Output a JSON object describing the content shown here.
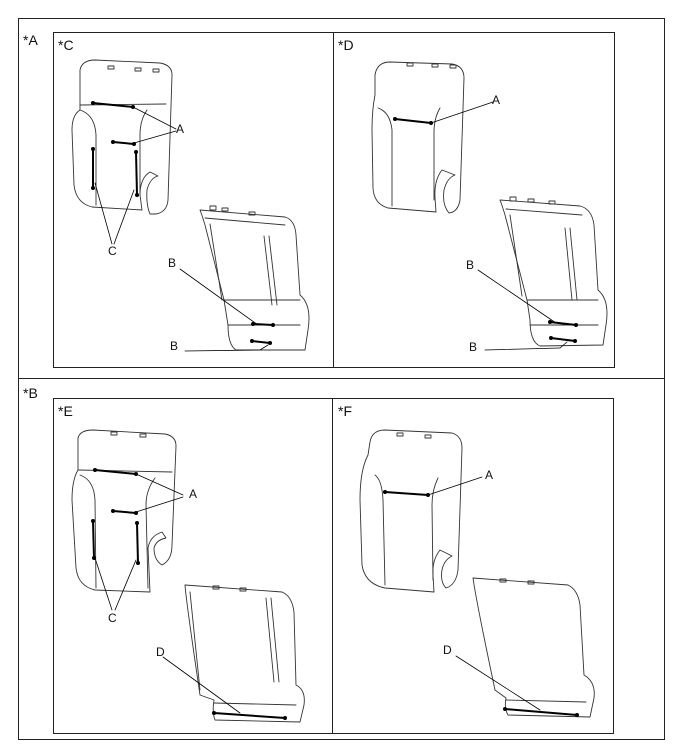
{
  "sections": [
    {
      "id": "A",
      "label": "*A",
      "panels": [
        {
          "id": "C",
          "label": "*C",
          "callouts": [
            "A",
            "C",
            "B",
            "B"
          ]
        },
        {
          "id": "D",
          "label": "*D",
          "callouts": [
            "A",
            "B",
            "B"
          ]
        }
      ]
    },
    {
      "id": "B",
      "label": "*B",
      "panels": [
        {
          "id": "E",
          "label": "*E",
          "callouts": [
            "A",
            "C",
            "D"
          ]
        },
        {
          "id": "F",
          "label": "*F",
          "callouts": [
            "A",
            "D"
          ]
        }
      ]
    }
  ]
}
